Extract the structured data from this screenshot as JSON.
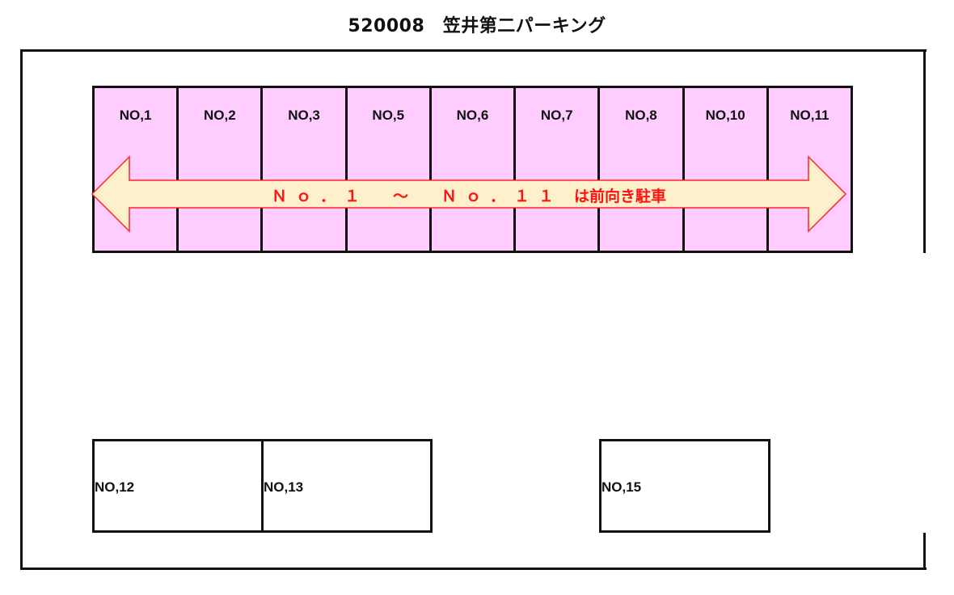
{
  "title": "520008　笠井第二パーキング",
  "colors": {
    "front_row_fill": "#ffccff",
    "arrow_fill": "#fff0cc",
    "arrow_stroke": "#ff2222",
    "arrow_text": "#ff1111",
    "lines": "#111111"
  },
  "front_row": {
    "spaces": [
      {
        "label": "NO,1"
      },
      {
        "label": "NO,2"
      },
      {
        "label": "NO,3"
      },
      {
        "label": "NO,5"
      },
      {
        "label": "NO,6"
      },
      {
        "label": "NO,7"
      },
      {
        "label": "NO,8"
      },
      {
        "label": "NO,10"
      },
      {
        "label": "NO,11"
      }
    ],
    "arrow": {
      "icon": "double-headed-arrow",
      "range_text": "Ｎｏ．１　～　Ｎｏ．１１",
      "note_text": "は前向き駐車"
    }
  },
  "bottom_row": {
    "spaces": [
      {
        "label": "NO,12"
      },
      {
        "label": "NO,13"
      },
      {
        "label": "NO,15"
      }
    ]
  }
}
